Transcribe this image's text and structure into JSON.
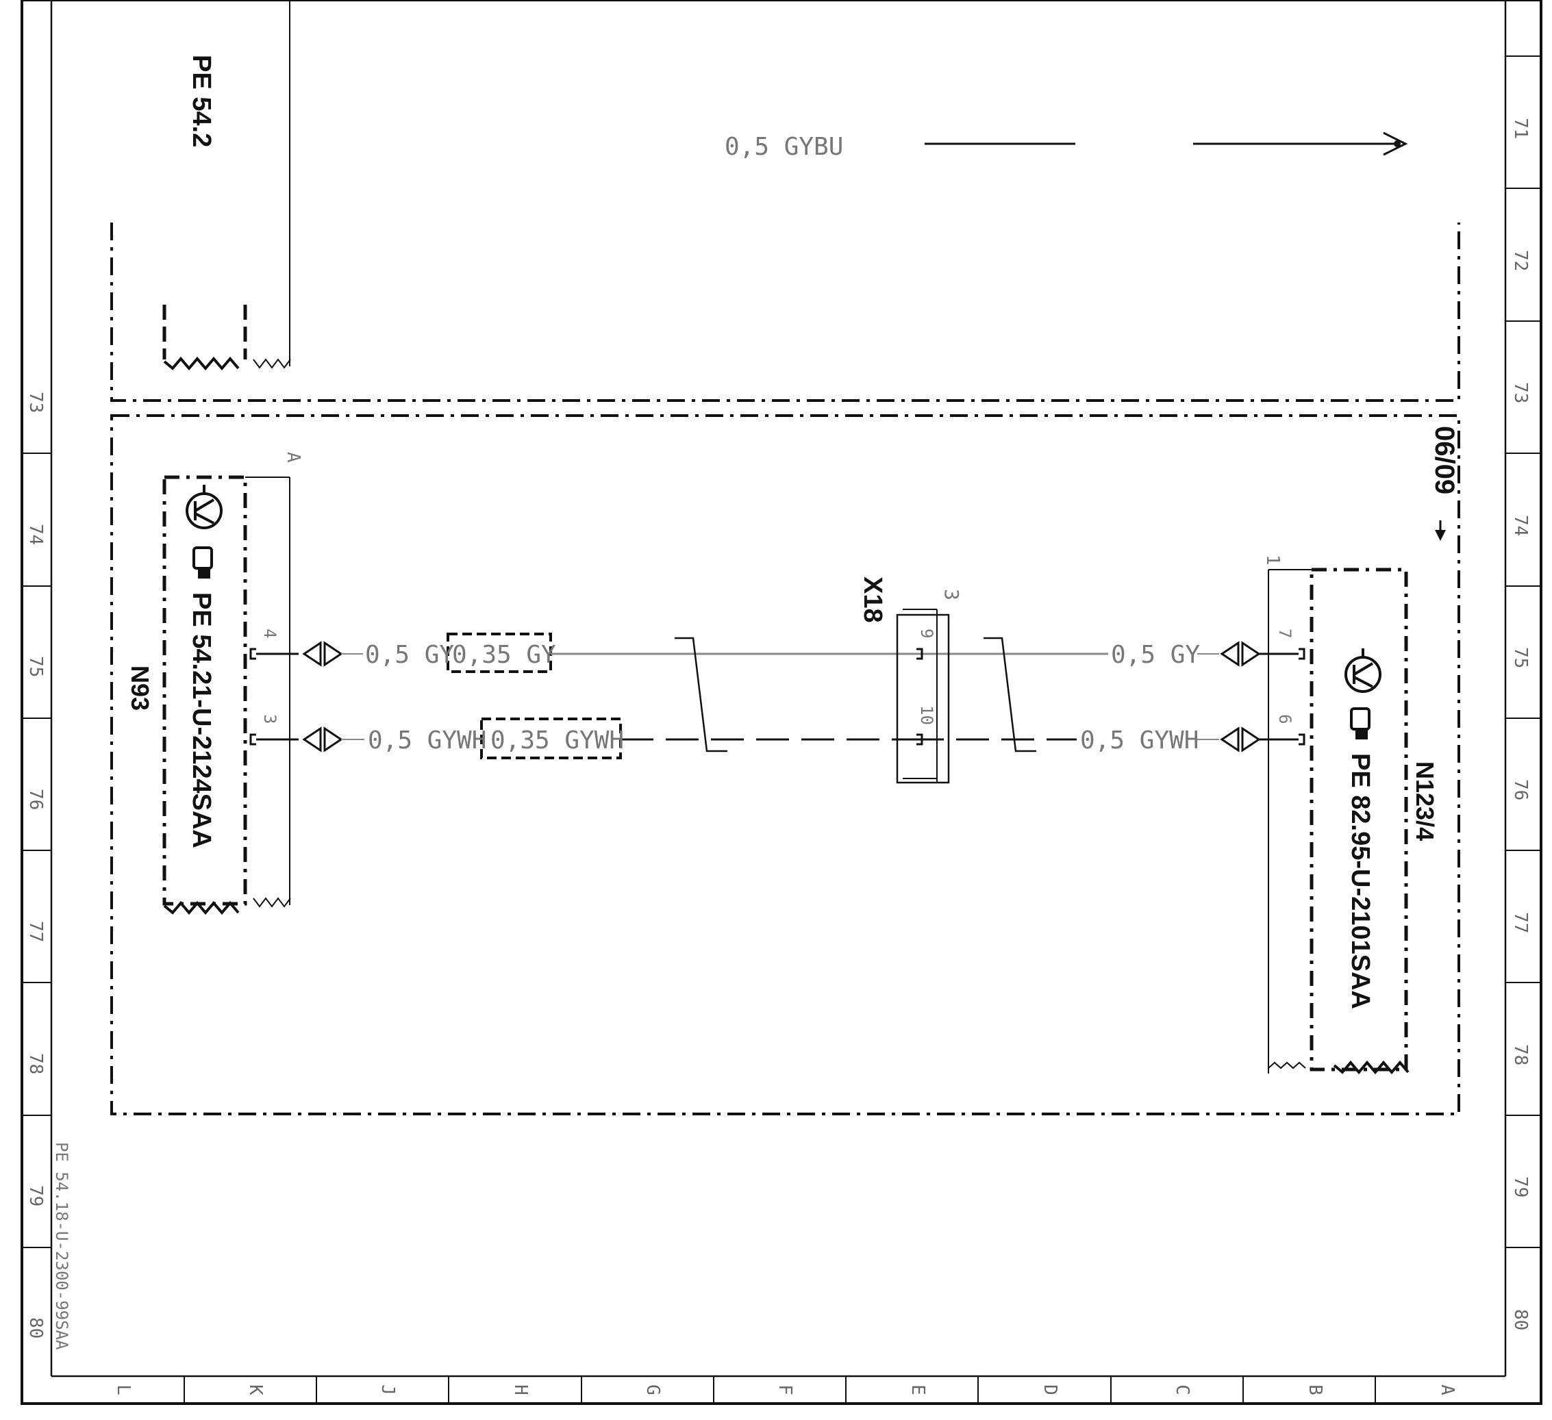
{
  "grid": {
    "rows": [
      "71",
      "72",
      "73",
      "74",
      "75",
      "76",
      "77",
      "78",
      "79",
      "80"
    ],
    "cols": [
      "L",
      "K",
      "J",
      "H",
      "G",
      "F",
      "E",
      "D",
      "C",
      "B",
      "A"
    ]
  },
  "drawing_ref": "PE 54.18-U-2300-99SAA",
  "top_ref": "PE 54.2",
  "top_wire": "0,5 GYBU",
  "left_module": {
    "id": "N93",
    "ref": "PE 54.21-U-2124SAA",
    "letter": "A",
    "pins": [
      "4",
      "3"
    ]
  },
  "right_module": {
    "id": "N123/4",
    "ref": "PE 82.95-U-2101SAA",
    "letter": "1",
    "pins": [
      "7",
      "6"
    ],
    "date_note": "06/09"
  },
  "connector": {
    "id": "X18",
    "count": "3",
    "pins": [
      "9",
      "10"
    ]
  },
  "wires": {
    "w1_left": "0,5 GY",
    "w1_inner": "0,35 GY",
    "w1_right": "0,5 GY",
    "w2_left": "0,5 GYWH",
    "w2_inner": "0,35 GYWH",
    "w2_right": "0,5 GYWH"
  },
  "colors": {
    "line": "#111111",
    "thin_line": "#888888"
  }
}
